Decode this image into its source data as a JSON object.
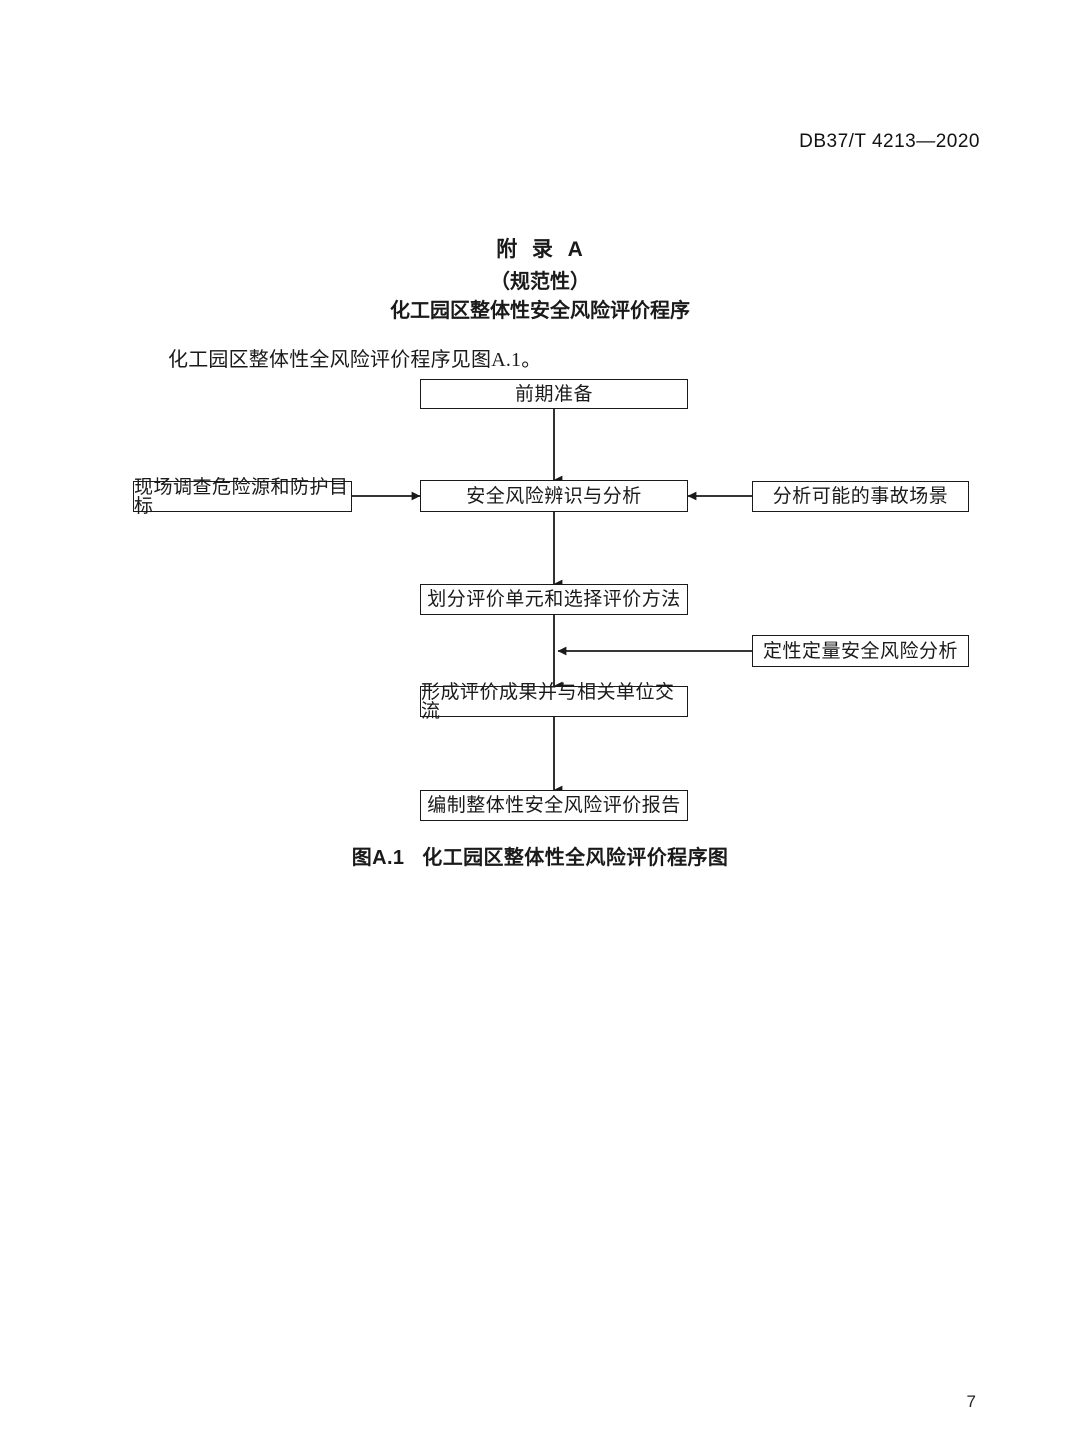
{
  "header": {
    "standard_number": "DB37/T 4213—2020"
  },
  "annex": {
    "label": "附  录  A",
    "normative": "（规范性）",
    "title": "化工园区整体性安全风险评价程序"
  },
  "intro": {
    "text": "化工园区整体性全风险评价程序见图A.1。"
  },
  "figure": {
    "caption": "图A.1   化工园区整体性全风险评价程序图",
    "nodes": [
      {
        "id": "prep",
        "label": "前期准备"
      },
      {
        "id": "site",
        "label": "现场调查危险源和防护目标"
      },
      {
        "id": "identify",
        "label": "安全风险辨识与分析"
      },
      {
        "id": "scenario",
        "label": "分析可能的事故场景"
      },
      {
        "id": "unit",
        "label": "划分评价单元和选择评价方法"
      },
      {
        "id": "quant",
        "label": "定性定量安全风险分析"
      },
      {
        "id": "result",
        "label": "形成评价成果并与相关单位交流"
      },
      {
        "id": "report",
        "label": "编制整体性安全风险评价报告"
      }
    ],
    "edges": [
      {
        "from": "prep",
        "to": "identify",
        "direction": "down"
      },
      {
        "from": "site",
        "to": "identify",
        "direction": "right"
      },
      {
        "from": "scenario",
        "to": "identify",
        "direction": "left"
      },
      {
        "from": "identify",
        "to": "unit",
        "direction": "down"
      },
      {
        "from": "unit",
        "to": "result",
        "direction": "down"
      },
      {
        "from": "quant",
        "to": "unit-result-link",
        "direction": "left"
      },
      {
        "from": "result",
        "to": "report",
        "direction": "down"
      }
    ],
    "line_color": "#1a1a1a"
  },
  "footer": {
    "page_number": "7"
  }
}
